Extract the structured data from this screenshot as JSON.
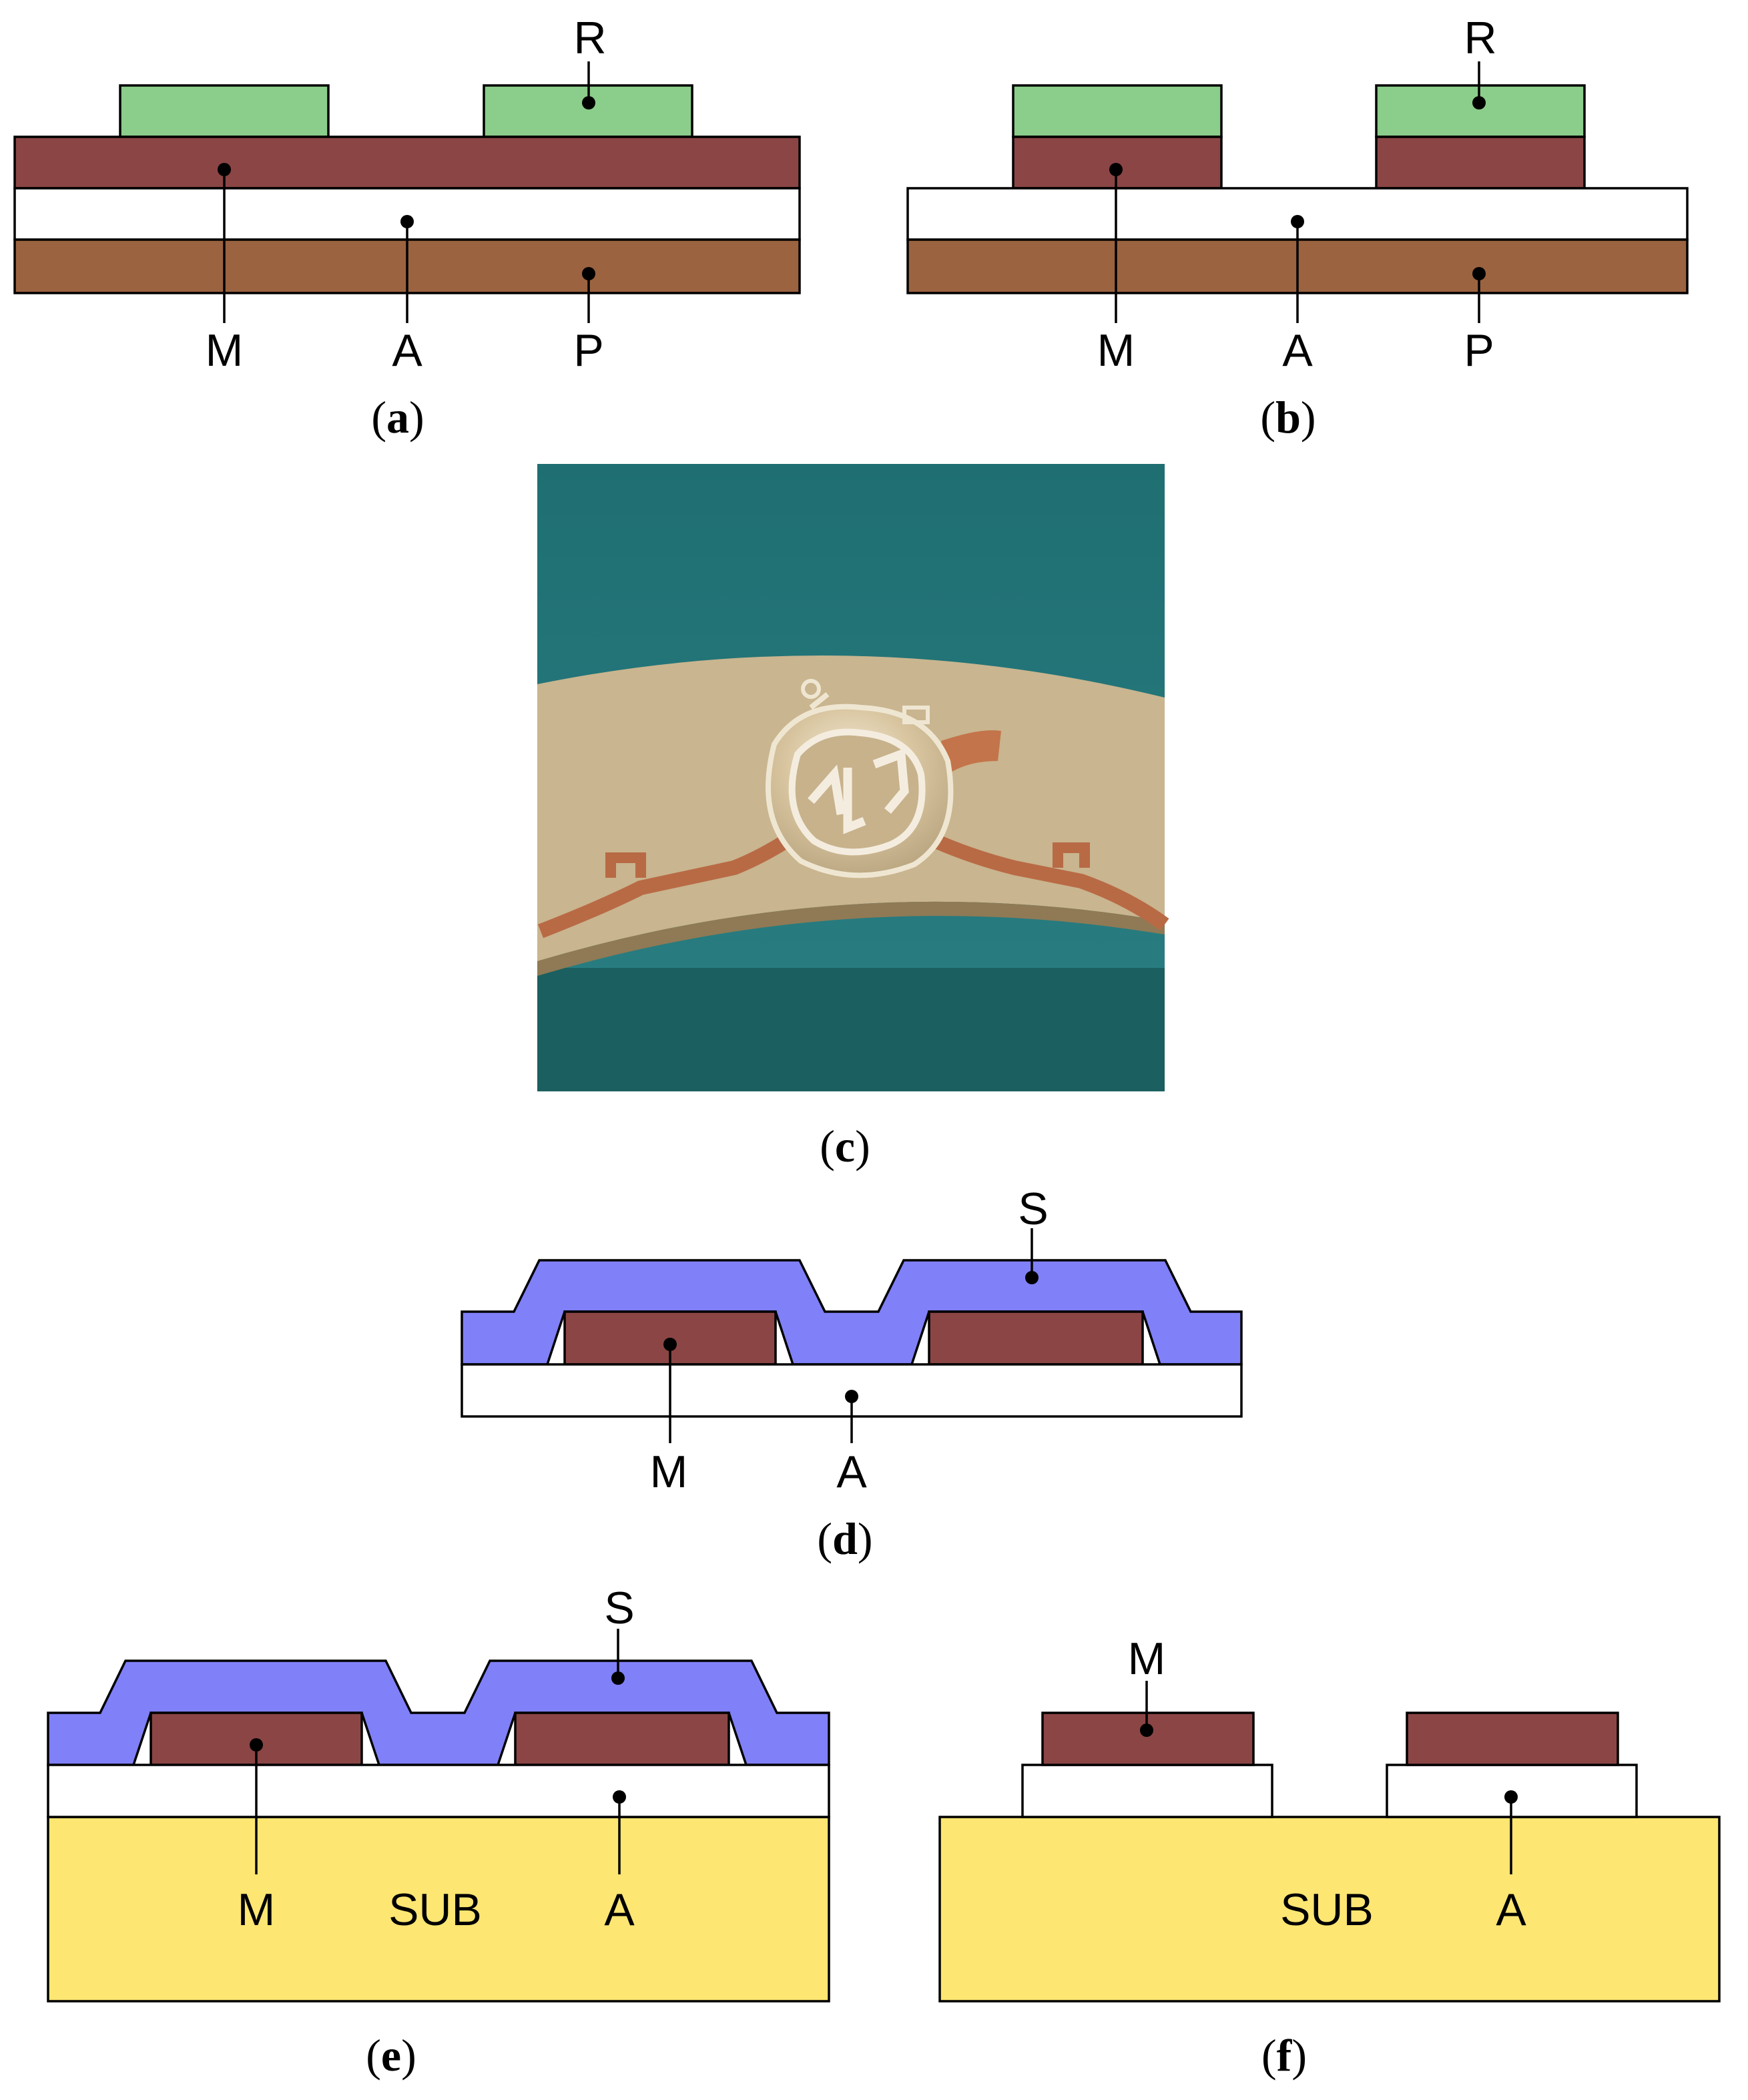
{
  "colors": {
    "resist": "#8bcd8a",
    "metal": "#8b4545",
    "adhesive": "#ffffff",
    "polyimide": "#9b6340",
    "solder_mask": "#8080f8",
    "substrate": "#fde672"
  },
  "panels": {
    "a": {
      "caption_letter": "a",
      "labels": {
        "R": "R",
        "M": "M",
        "A": "A",
        "P": "P"
      }
    },
    "b": {
      "caption_letter": "b",
      "labels": {
        "R": "R",
        "M": "M",
        "A": "A",
        "P": "P"
      }
    },
    "c": {
      "caption_letter": "c",
      "photo_description_icon": "flexible-circuit-photo"
    },
    "d": {
      "caption_letter": "d",
      "labels": {
        "S": "S",
        "M": "M",
        "A": "A"
      }
    },
    "e": {
      "caption_letter": "e",
      "labels": {
        "S": "S",
        "M": "M",
        "SUB": "SUB",
        "A": "A"
      }
    },
    "f": {
      "caption_letter": "f",
      "labels": {
        "M": "M",
        "SUB": "SUB",
        "A": "A"
      }
    }
  },
  "caption_parens": {
    "open": "(",
    "close": ")"
  }
}
